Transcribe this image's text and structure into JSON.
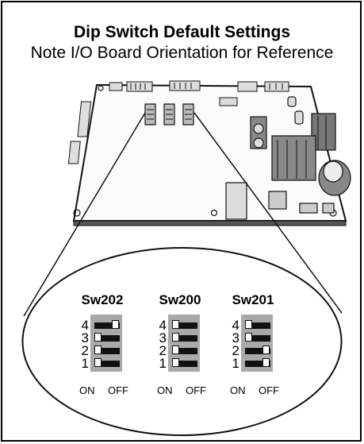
{
  "title": "Dip Switch Default Settings",
  "subtitle": "Note I/O Board Orientation for Reference",
  "switches": [
    {
      "name": "Sw202",
      "positions": [
        "4",
        "3",
        "2",
        "1"
      ],
      "states": [
        "OFF",
        "ON",
        "ON",
        "ON"
      ]
    },
    {
      "name": "Sw200",
      "positions": [
        "4",
        "3",
        "2",
        "1"
      ],
      "states": [
        "ON",
        "ON",
        "ON",
        "ON"
      ]
    },
    {
      "name": "Sw201",
      "positions": [
        "4",
        "3",
        "2",
        "1"
      ],
      "states": [
        "ON",
        "ON",
        "OFF",
        "OFF"
      ]
    }
  ],
  "on_label": "ON",
  "off_label": "OFF"
}
